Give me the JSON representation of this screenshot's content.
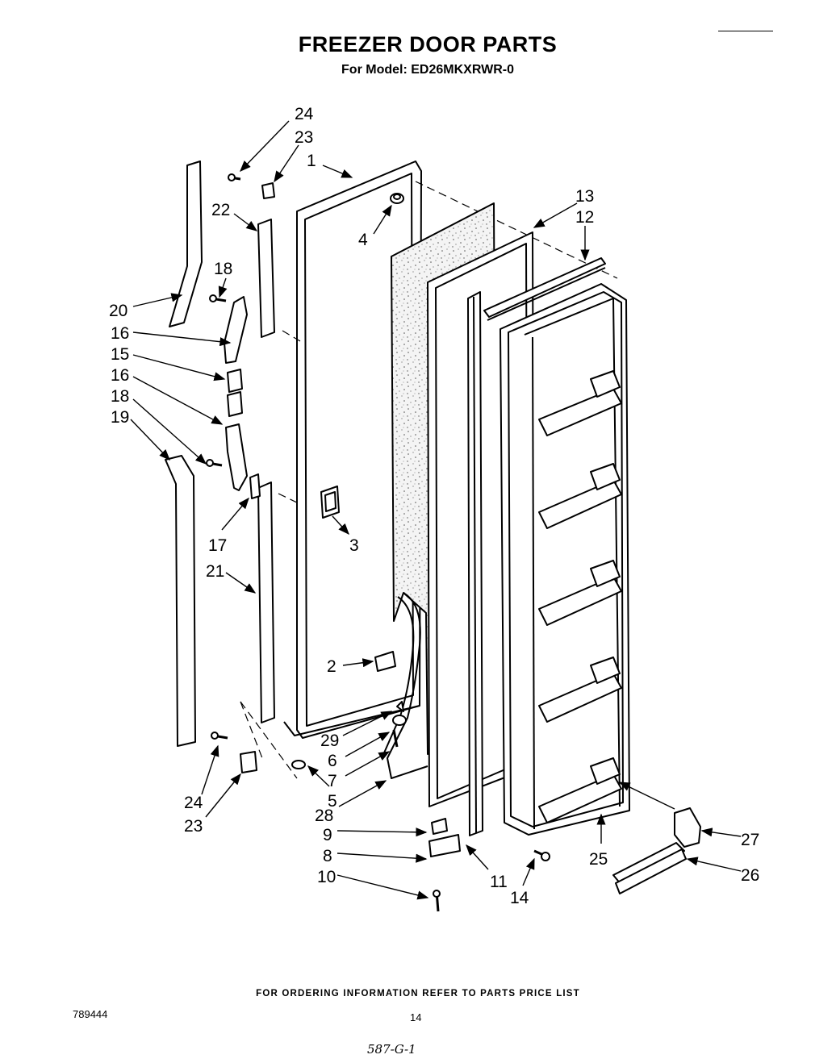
{
  "header": {
    "title": "FREEZER DOOR PARTS",
    "subtitle": "For Model: ED26MKXRWR-0"
  },
  "callouts": [
    {
      "id": "c24a",
      "text": "24"
    },
    {
      "id": "c23a",
      "text": "23"
    },
    {
      "id": "c1",
      "text": "1"
    },
    {
      "id": "c22",
      "text": "22"
    },
    {
      "id": "c4",
      "text": "4"
    },
    {
      "id": "c13",
      "text": "13"
    },
    {
      "id": "c12",
      "text": "12"
    },
    {
      "id": "c18a",
      "text": "18"
    },
    {
      "id": "c20",
      "text": "20"
    },
    {
      "id": "c16a",
      "text": "16"
    },
    {
      "id": "c15",
      "text": "15"
    },
    {
      "id": "c16b",
      "text": "16"
    },
    {
      "id": "c18b",
      "text": "18"
    },
    {
      "id": "c19",
      "text": "19"
    },
    {
      "id": "c17",
      "text": "17"
    },
    {
      "id": "c3",
      "text": "3"
    },
    {
      "id": "c21",
      "text": "21"
    },
    {
      "id": "c2",
      "text": "2"
    },
    {
      "id": "c29",
      "text": "29"
    },
    {
      "id": "c6",
      "text": "6"
    },
    {
      "id": "c7",
      "text": "7"
    },
    {
      "id": "c5",
      "text": "5"
    },
    {
      "id": "c24b",
      "text": "24"
    },
    {
      "id": "c23b",
      "text": "23"
    },
    {
      "id": "c28",
      "text": "28"
    },
    {
      "id": "c9",
      "text": "9"
    },
    {
      "id": "c8",
      "text": "8"
    },
    {
      "id": "c10",
      "text": "10"
    },
    {
      "id": "c11",
      "text": "11"
    },
    {
      "id": "c14",
      "text": "14"
    },
    {
      "id": "c25",
      "text": "25"
    },
    {
      "id": "c27",
      "text": "27"
    },
    {
      "id": "c26",
      "text": "26"
    }
  ],
  "footer": {
    "ordering_note": "FOR ORDERING INFORMATION REFER TO PARTS PRICE LIST",
    "doc_number": "789444",
    "page_number": "14",
    "handwritten_note": "587-G-1"
  }
}
